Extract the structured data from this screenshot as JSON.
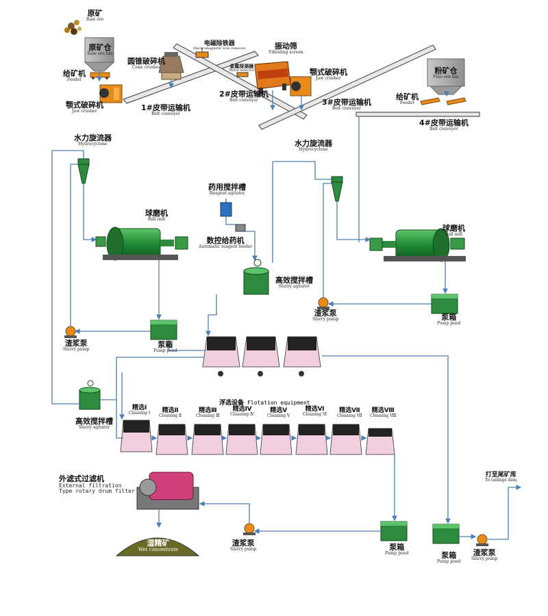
{
  "labels": {
    "raw_ore": {
      "cn": "原矿",
      "en": "Raw ore"
    },
    "raw_ore_bin": {
      "cn": "原矿仓",
      "en": "Raw ore bin"
    },
    "feeder_1": {
      "cn": "给矿机",
      "en": "Feeder"
    },
    "jaw_crusher_1": {
      "cn": "颚式破碎机",
      "en": "Jaw crusher"
    },
    "cone_crusher": {
      "cn": "圆锥破碎机",
      "en": "Cone crusher"
    },
    "electromagnetic_iron_remover": {
      "cn": "电磁除铁器",
      "en": "Electromagnetic iron remover"
    },
    "metal_detector": {
      "cn": "金属探测器",
      "en": "Metal detector"
    },
    "vibrating_screen": {
      "cn": "振动筛",
      "en": "Vibrating screen"
    },
    "jaw_crusher_2": {
      "cn": "颚式破碎机",
      "en": "Jaw crusher"
    },
    "fine_ore_bin": {
      "cn": "粉矿仓",
      "en": "Fine ore bin"
    },
    "feeder_2": {
      "cn": "给矿机",
      "en": "Feeder"
    },
    "belt_1": {
      "cn": "1#皮带运输机",
      "en": "Belt conveyer"
    },
    "belt_2": {
      "cn": "2#皮带运输机",
      "en": "Belt conveyer"
    },
    "belt_3": {
      "cn": "3#皮带运输机",
      "en": "Belt conveyer"
    },
    "belt_4": {
      "cn": "4#皮带运输机",
      "en": "Belt conveyer"
    },
    "hydrocyclone_1": {
      "cn": "水力旋流器",
      "en": "Hydrocyclone"
    },
    "hydrocyclone_2": {
      "cn": "水力旋流器",
      "en": "Hydrocyclone"
    },
    "ball_mill_1": {
      "cn": "球磨机",
      "en": "Ball mill"
    },
    "ball_mill_2": {
      "cn": "球磨机",
      "en": "Ball mill"
    },
    "reagent_agitator": {
      "cn": "药用搅拌槽",
      "en": "Reagent agitator"
    },
    "reagent_feeder": {
      "cn": "数控给药机",
      "en": "Automatic reagent feeder"
    },
    "slurry_agitator_1": {
      "cn": "高效搅拌槽",
      "en": "Slurry agitator"
    },
    "slurry_agitator_2": {
      "cn": "高效搅拌槽",
      "en": "Slurry agitator"
    },
    "slurry_pump_1": {
      "cn": "渣浆泵",
      "en": "Slurry pump"
    },
    "slurry_pump_2": {
      "cn": "渣浆泵",
      "en": "Slurry pump"
    },
    "slurry_pump_3": {
      "cn": "渣浆泵",
      "en": "Slurry pump"
    },
    "slurry_pump_4": {
      "cn": "渣浆泵",
      "en": "Slurry pump"
    },
    "pump_pond_1": {
      "cn": "泵箱",
      "en": "Pump pond"
    },
    "pump_pond_2": {
      "cn": "泵箱",
      "en": "Pump pond"
    },
    "pump_pond_3": {
      "cn": "泵箱",
      "en": "Pump pond"
    },
    "pump_pond_4": {
      "cn": "泵箱",
      "en": "Pump pond"
    },
    "flotation": {
      "cn": "浮选设备",
      "en": "Flotation equipment"
    },
    "filter": {
      "cn": "外滤式过滤机",
      "en1": "External filtration",
      "en2": "Type rotary drum filter"
    },
    "wet_concentrate": {
      "cn": "湿精矿",
      "en": "Wet concentrate"
    },
    "tailings": {
      "cn": "打至尾矿库",
      "en": "To tailings dam"
    }
  },
  "cleaning": [
    {
      "cn": "精选Ⅰ",
      "en": "Cleaning Ⅰ"
    },
    {
      "cn": "精选Ⅱ",
      "en": "Cleaning Ⅱ"
    },
    {
      "cn": "精选Ⅲ",
      "en": "Cleaning Ⅲ"
    },
    {
      "cn": "精选Ⅳ",
      "en": "Cleaning Ⅳ"
    },
    {
      "cn": "精选Ⅴ",
      "en": "Cleaning Ⅴ"
    },
    {
      "cn": "精选Ⅵ",
      "en": "Cleaning Ⅵ"
    },
    {
      "cn": "精选Ⅶ",
      "en": "Cleaning Ⅶ"
    },
    {
      "cn": "精选Ⅷ",
      "en": "Cleaning Ⅷ"
    }
  ],
  "colors": {
    "line": "#4a7fb8",
    "equipment_green": "#2e8b3e",
    "flotation_pink": "#f2cfe0",
    "bin_gray": "#a9a9a9",
    "crusher_orange": "#e88a1a"
  }
}
